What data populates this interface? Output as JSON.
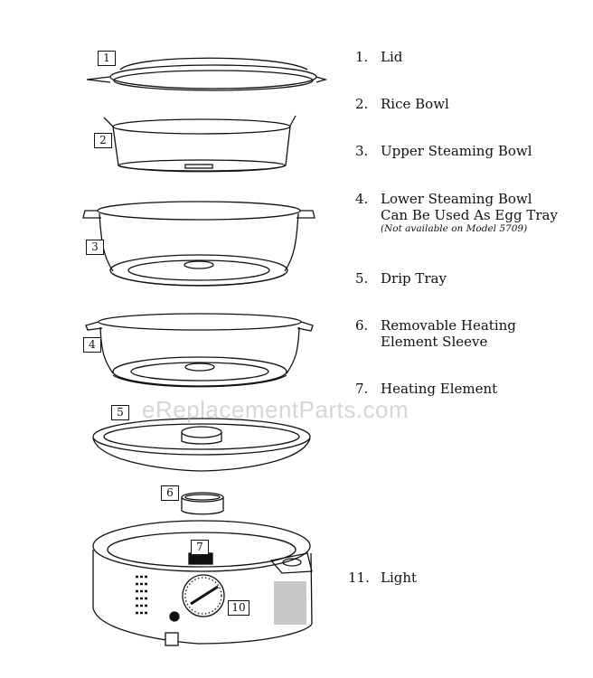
{
  "watermark": "eReplacementParts.com",
  "callouts": {
    "c1": "1",
    "c2": "2",
    "c3": "3",
    "c4": "4",
    "c5": "5",
    "c6": "6",
    "c7": "7",
    "c10": "10"
  },
  "legend": [
    {
      "num": "1.",
      "lines": [
        "Lid"
      ],
      "note": ""
    },
    {
      "num": "2.",
      "lines": [
        "Rice Bowl"
      ],
      "note": ""
    },
    {
      "num": "3.",
      "lines": [
        "Upper Steaming Bowl"
      ],
      "note": ""
    },
    {
      "num": "4.",
      "lines": [
        "Lower Steaming Bowl",
        "Can Be Used As Egg Tray"
      ],
      "note": "(Not available on Model 5709)"
    },
    {
      "num": "5.",
      "lines": [
        "Drip Tray"
      ],
      "note": ""
    },
    {
      "num": "6.",
      "lines": [
        "Removable Heating",
        "Element Sleeve"
      ],
      "note": ""
    },
    {
      "num": "7.",
      "lines": [
        "Heating Element"
      ],
      "note": ""
    },
    {
      "num": "11.",
      "lines": [
        "Light"
      ],
      "note": ""
    }
  ],
  "colors": {
    "line": "#111111",
    "light_panel": "#c8c8c8"
  }
}
